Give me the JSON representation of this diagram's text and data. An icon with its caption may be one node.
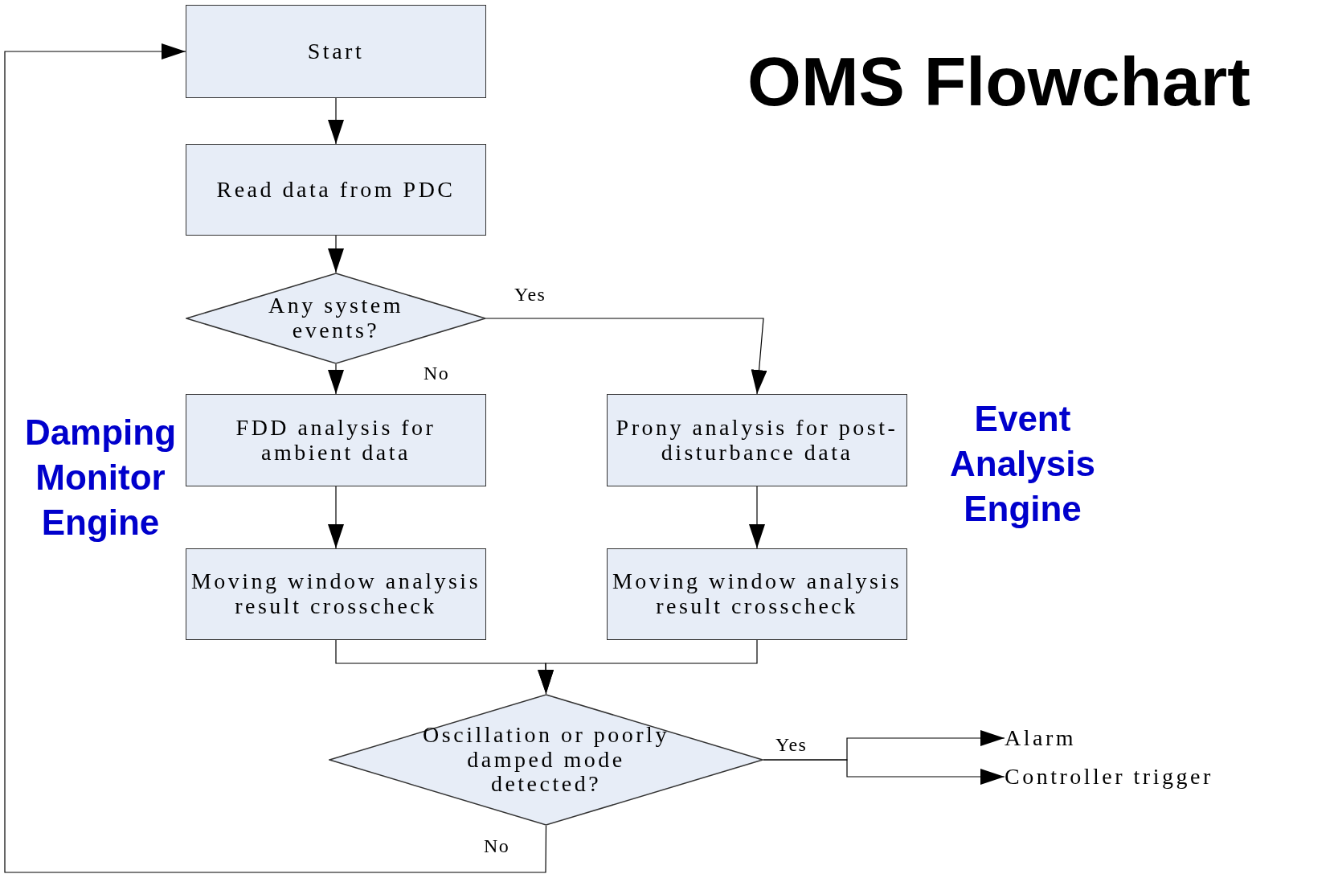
{
  "diagram": {
    "title": "OMS Flowchart",
    "nodes": [
      {
        "text": [
          "Start"
        ]
      },
      {
        "text": [
          "Read data from PDC"
        ]
      },
      {
        "text": [
          "Any system events?"
        ]
      },
      {
        "text": [
          "FDD analysis for ambient data"
        ]
      },
      {
        "text": [
          "Prony analysis for post-disturbance data"
        ]
      },
      {
        "text": [
          "Moving window analysis result crosscheck"
        ]
      },
      {
        "text": [
          "Moving window analysis result crosscheck"
        ]
      },
      {
        "text": [
          "Oscillation or poorly damped mode detected?"
        ]
      },
      {
        "text": [
          "Alarm"
        ]
      },
      {
        "text": [
          "Controller trigger"
        ]
      }
    ],
    "edges": [
      {
        "from": 0,
        "to": 1,
        "arrow": "to"
      },
      {
        "from": 1,
        "to": 2,
        "arrow": "to"
      },
      {
        "from": 2,
        "to": 3,
        "arrow": "to",
        "label": "No"
      },
      {
        "from": 2,
        "to": 4,
        "arrow": "to",
        "label": "Yes"
      },
      {
        "from": 3,
        "to": 5,
        "arrow": "to"
      },
      {
        "from": 4,
        "to": 6,
        "arrow": "to"
      },
      {
        "from": 5,
        "to": 7,
        "arrow": "to"
      },
      {
        "from": 6,
        "to": 7,
        "arrow": "to"
      },
      {
        "from": 7,
        "to": 8,
        "arrow": "to",
        "label": "Yes"
      },
      {
        "from": 7,
        "to": 9,
        "arrow": "to"
      },
      {
        "from": 7,
        "to": 0,
        "arrow": "to",
        "label": "No"
      }
    ],
    "labels": [
      "Damping Monitor Engine",
      "Event Analysis Engine"
    ]
  }
}
